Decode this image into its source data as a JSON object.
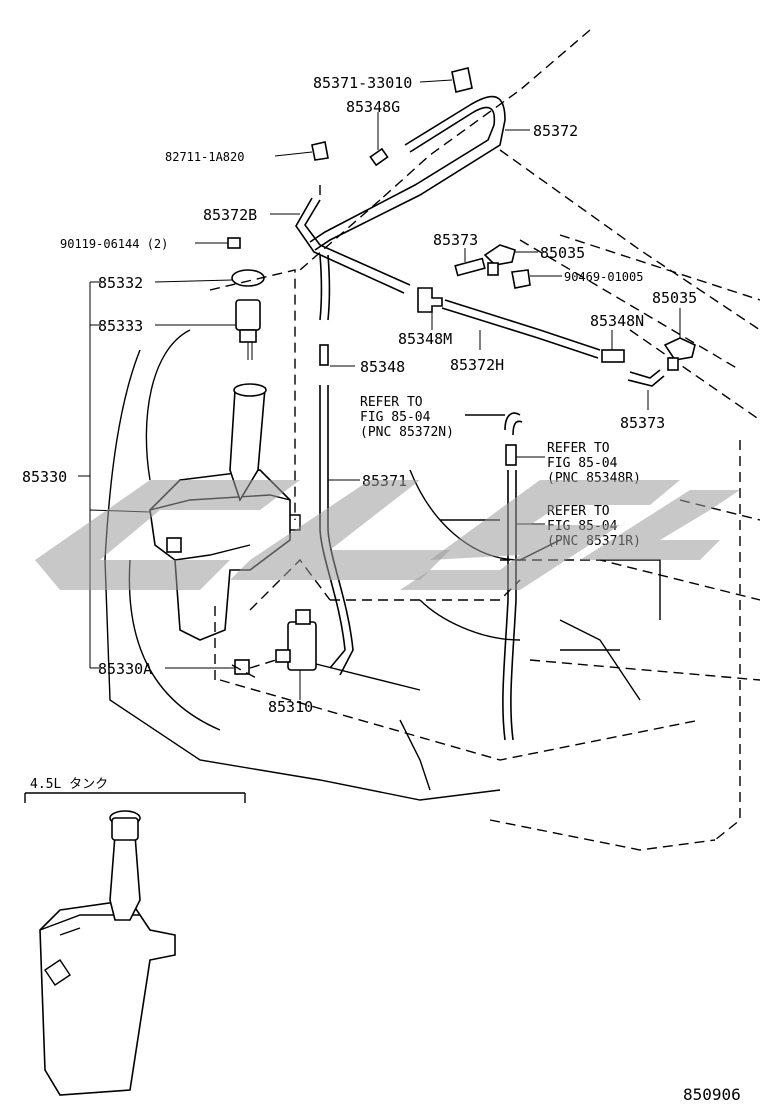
{
  "callouts": {
    "c1": "85371-33010",
    "c2": "85348G",
    "c3": "85372",
    "c4": "82711-1A820",
    "c5": "85372B",
    "c6": "90119-06144 (2)",
    "c7": "85373",
    "c8": "85035",
    "c9": "90469-01005",
    "c10": "85332",
    "c11": "85035",
    "c12": "85333",
    "c13": "85348M",
    "c14": "85348N",
    "c15": "85372H",
    "c16": "85348",
    "c17": "85373",
    "c18": "85330",
    "c19": "85371",
    "c20": "85330A",
    "c21": "85310"
  },
  "refs": {
    "ref1": [
      "REFER TO",
      "FIG 85-04",
      "(PNC 85372N)"
    ],
    "ref2": [
      "REFER TO",
      "FIG 85-04",
      "(PNC 85348R)"
    ],
    "ref3": [
      "REFER TO",
      "FIG 85-04",
      "(PNC 85371R)"
    ]
  },
  "inset": {
    "title": "4.5L タンク"
  },
  "figure_number": "850906",
  "watermark": "ᏟᏞᏕᏟ",
  "colors": {
    "line": "#000000",
    "background": "#ffffff",
    "watermark": "#9a9a9a"
  }
}
